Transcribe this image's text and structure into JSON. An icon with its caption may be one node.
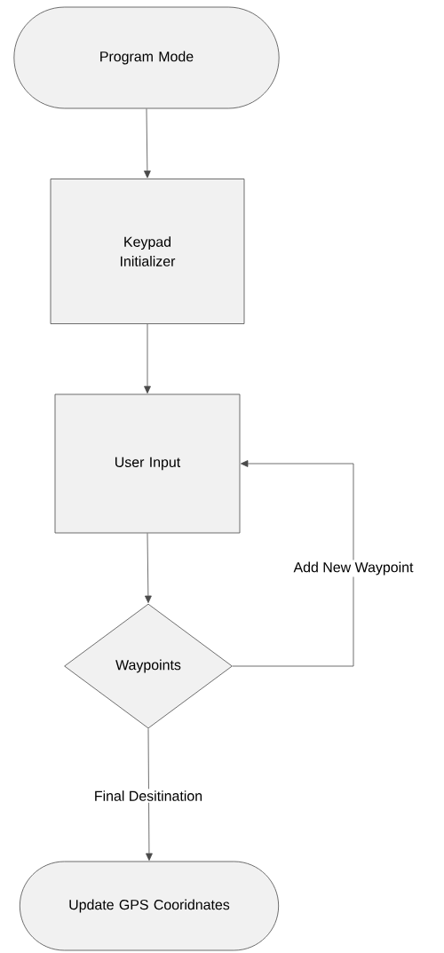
{
  "diagram": {
    "nodes": [
      {
        "text": [
          "Program Mode"
        ]
      },
      {
        "text": [
          "Keypad Initializer"
        ]
      },
      {
        "text": [
          "User Input"
        ]
      },
      {
        "text": [
          "Waypoints"
        ]
      },
      {
        "text": [
          "Update GPS Cooridnates"
        ]
      }
    ],
    "edges": [
      {
        "from": 0,
        "to": 1,
        "arrow": "to"
      },
      {
        "from": 1,
        "to": 2,
        "arrow": "to"
      },
      {
        "from": 2,
        "to": 3,
        "arrow": "to"
      },
      {
        "from": 3,
        "to": 2,
        "arrow": "to",
        "label": "Add New Waypoint"
      },
      {
        "from": 3,
        "to": 4,
        "arrow": "to",
        "label": "Final Desitination"
      }
    ]
  }
}
